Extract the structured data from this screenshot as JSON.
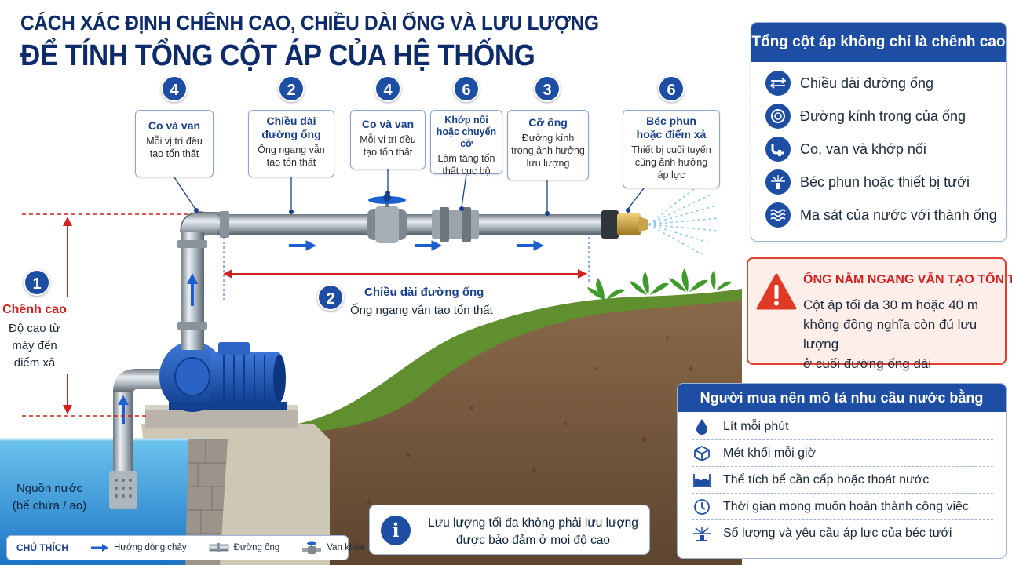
{
  "title": {
    "line1": "CÁCH XÁC ĐỊNH CHÊNH CAO, CHIỀU DÀI ỐNG VÀ LƯU LƯỢNG",
    "line2": "ĐỂ TÍNH TỔNG CỘT ÁP CỦA HỆ THỐNG"
  },
  "callouts": [
    {
      "num": "4",
      "title": "Co và van",
      "desc": [
        "Mỗi vị trí đều",
        "tạo tổn thất"
      ]
    },
    {
      "num": "2",
      "title": "Chiều dài đường ống",
      "desc": [
        "Ống ngang vẫn",
        "tạo tổn thất"
      ]
    },
    {
      "num": "4",
      "title": "Co và van",
      "desc": [
        "Mỗi vị trí đều",
        "tạo tổn thất"
      ]
    },
    {
      "num": "6",
      "title": "Khớp nối hoặc chuyển cỡ",
      "desc": [
        "Làm tăng tổn",
        "thất cục bộ"
      ]
    },
    {
      "num": "3",
      "title": "Cỡ ống",
      "desc": [
        "Đường kính",
        "trong ảnh hưởng",
        "lưu lượng"
      ]
    },
    {
      "num": "6",
      "title": "Béc phun hoặc điểm xả",
      "desc": [
        "Thiết bị cuối tuyến",
        "cũng ảnh hưởng",
        "áp lực"
      ]
    }
  ],
  "elevation": {
    "num": "1",
    "title": "Chênh cao",
    "desc": [
      "Độ cao từ",
      "máy đến",
      "điểm xả"
    ]
  },
  "pipe_length": {
    "num": "2",
    "title": "Chiều dài đường ống",
    "desc": "Ống ngang vẫn tạo tổn thất"
  },
  "source": {
    "line1": "Nguồn nước",
    "line2": "(bể chứa / ao)"
  },
  "total_head_panel": {
    "header": "Tổng cột áp không chỉ là chênh cao",
    "items": [
      {
        "icon": "double-arrow-icon",
        "label": "Chiều dài đường ống"
      },
      {
        "icon": "pipe-diameter-icon",
        "label": "Đường kính trong của ống"
      },
      {
        "icon": "fitting-icon",
        "label": "Co, van và khớp nối"
      },
      {
        "icon": "sprinkler-icon",
        "label": "Béc phun hoặc thiết bị tưới"
      },
      {
        "icon": "water-waves-icon",
        "label": "Ma sát của nước với thành ống"
      }
    ]
  },
  "warning_panel": {
    "title": "ỐNG NẰM NGANG VẪN TẠO TỔN THẤT",
    "lines": [
      "Cột áp tối đa 30 m hoặc 40 m",
      "không đồng nghĩa còn đủ lưu lượng",
      "ở cuối đường ống dài"
    ]
  },
  "buyer_panel": {
    "header": "Người mua nên mô tả nhu cầu nước bằng",
    "items": [
      {
        "icon": "water-drop-icon",
        "label": "Lít mỗi phút"
      },
      {
        "icon": "cube-icon",
        "label": "Mét khối mỗi giờ"
      },
      {
        "icon": "tank-level-icon",
        "label": "Thể tích bể cần cấp hoặc thoát nước"
      },
      {
        "icon": "clock-icon",
        "label": "Thời gian mong muốn hoàn thành công việc"
      },
      {
        "icon": "sprinkler-icon",
        "label": "Số lượng và yêu cầu áp lực của béc tưới"
      }
    ]
  },
  "info_note": {
    "lines": [
      "Lưu lượng tối đa không phải lưu lượng",
      "được bảo đảm ở mọi độ cao"
    ]
  },
  "legend": {
    "title": "CHÚ THÍCH",
    "items": [
      {
        "icon": "flow-arrow-icon",
        "label": "Hướng dòng chảy"
      },
      {
        "icon": "pipe-icon",
        "label": "Đường ống"
      },
      {
        "icon": "valve-icon",
        "label": "Van khóa"
      }
    ]
  },
  "colors": {
    "primary": "#1d4ea3",
    "title": "#0d2a6b",
    "warning": "#e0412e",
    "dimension": "#d21f1f"
  }
}
